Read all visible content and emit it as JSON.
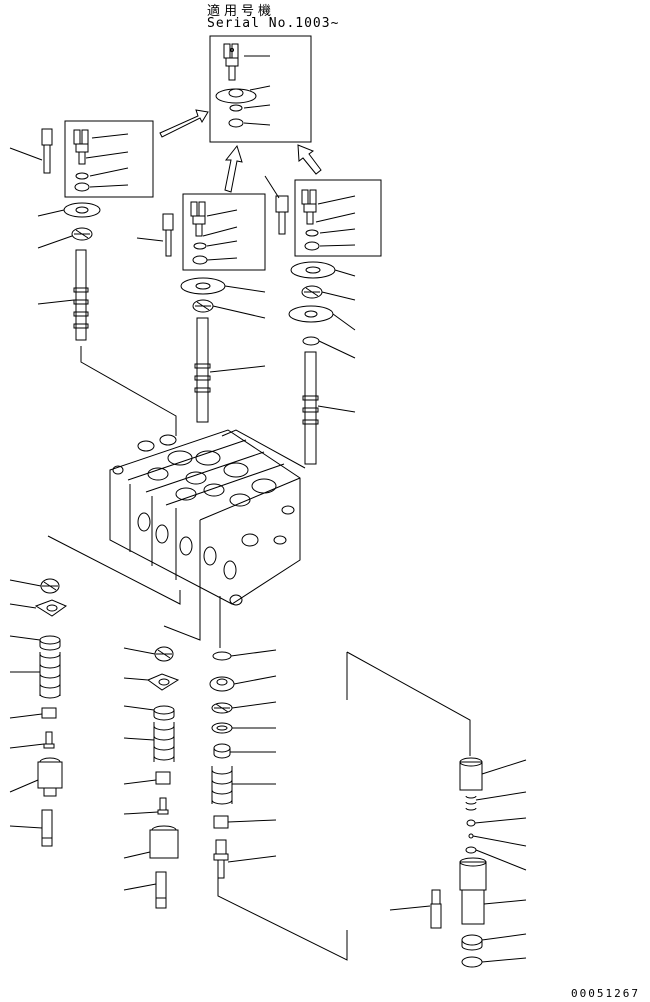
{
  "header": {
    "applicability_label": "適用号機",
    "serial_label": "Serial No.1003~"
  },
  "footer": {
    "document_number": "00051267"
  }
}
